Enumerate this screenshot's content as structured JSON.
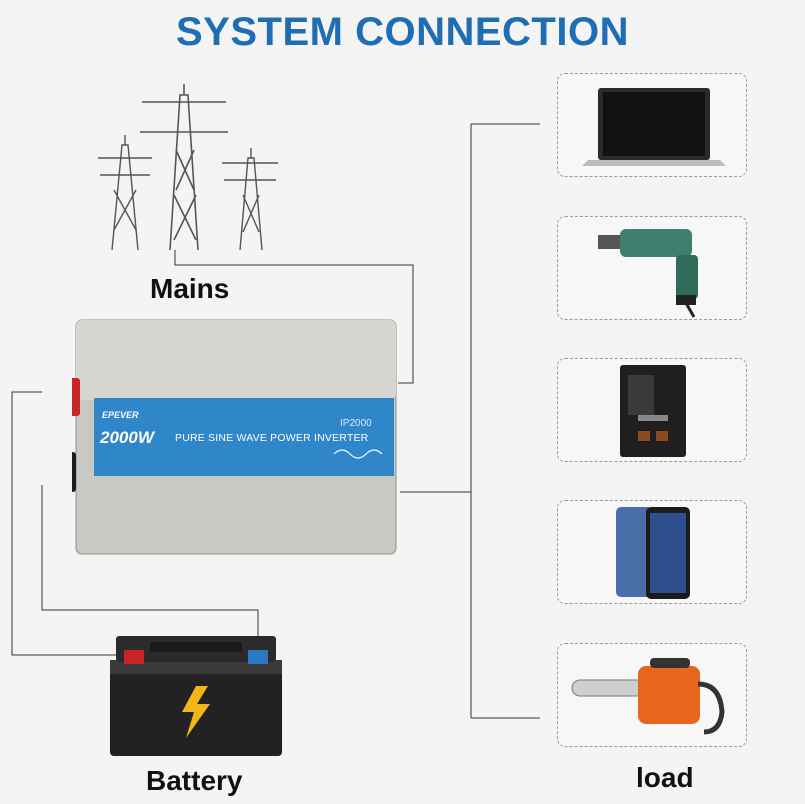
{
  "title": "SYSTEM CONNECTION",
  "colors": {
    "title": "#1f6db3",
    "panel": "#2f86c8",
    "wire": "#333333"
  },
  "labels": {
    "mains": "Mains",
    "battery": "Battery",
    "load": "load"
  },
  "inverter": {
    "brand": "EPEVER",
    "model": "IP2000",
    "power": "2000W",
    "description": "PURE SINE WAVE POWER INVERTER"
  },
  "loads": [
    {
      "name": "laptop",
      "icon": "laptop-icon"
    },
    {
      "name": "drill",
      "icon": "drill-icon"
    },
    {
      "name": "coffee-machine",
      "icon": "coffee-machine-icon"
    },
    {
      "name": "phone",
      "icon": "phone-icon"
    },
    {
      "name": "chainsaw",
      "icon": "chainsaw-icon"
    }
  ]
}
